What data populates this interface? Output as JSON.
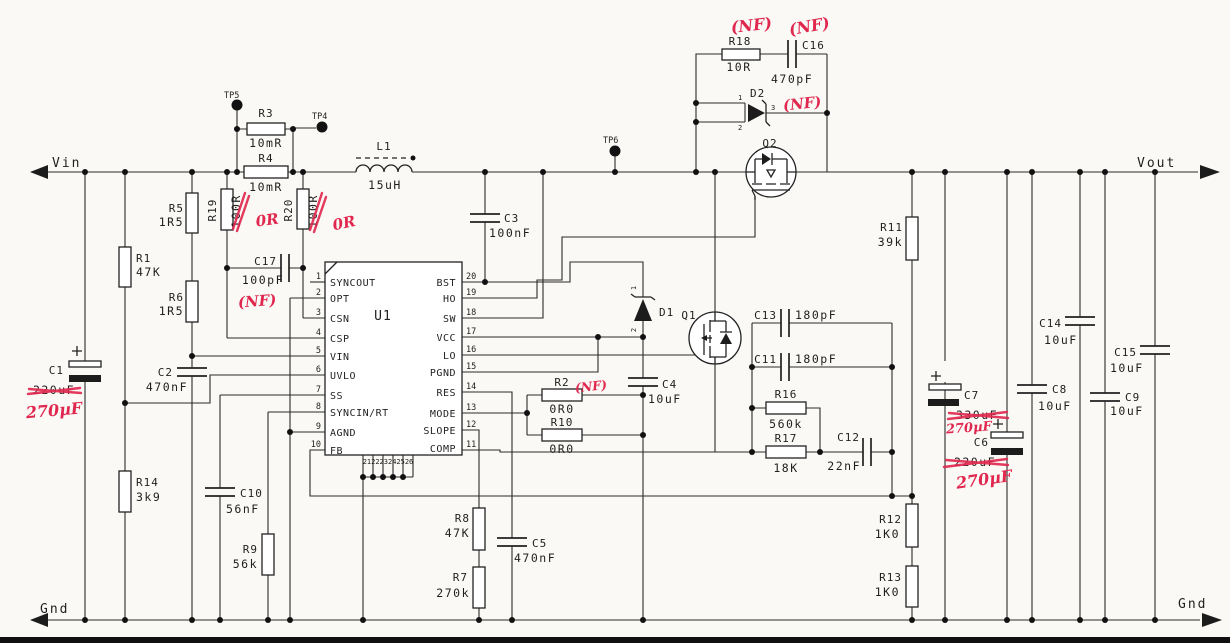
{
  "labels": {
    "vin": "Vin",
    "vout": "Vout",
    "gnd_left": "Gnd",
    "gnd_right": "Gnd"
  },
  "testpoints": {
    "tp4": "TP4",
    "tp5": "TP5",
    "tp6": "TP6"
  },
  "annotations": {
    "nf": "(NF)",
    "zero_ohm": "0R",
    "cap_270": "270µF"
  },
  "ic": {
    "ref": "U1",
    "bottom_pins": "212223242526",
    "left_pins": [
      {
        "num": "1",
        "name": "SYNCOUT"
      },
      {
        "num": "2",
        "name": "OPT"
      },
      {
        "num": "3",
        "name": "CSN"
      },
      {
        "num": "4",
        "name": "CSP"
      },
      {
        "num": "5",
        "name": "VIN"
      },
      {
        "num": "6",
        "name": "UVLO"
      },
      {
        "num": "7",
        "name": "SS"
      },
      {
        "num": "8",
        "name": "SYNCIN/RT"
      },
      {
        "num": "9",
        "name": "AGND"
      },
      {
        "num": "10",
        "name": "FB"
      }
    ],
    "right_pins": [
      {
        "num": "20",
        "name": "BST"
      },
      {
        "num": "19",
        "name": "HO"
      },
      {
        "num": "18",
        "name": "SW"
      },
      {
        "num": "17",
        "name": "VCC"
      },
      {
        "num": "16",
        "name": "LO"
      },
      {
        "num": "15",
        "name": "PGND"
      },
      {
        "num": "14",
        "name": "RES"
      },
      {
        "num": "13",
        "name": "MODE"
      },
      {
        "num": "12",
        "name": "SLOPE"
      },
      {
        "num": "11",
        "name": "COMP"
      }
    ]
  },
  "components": {
    "r1": {
      "ref": "R1",
      "value": "47K"
    },
    "r2": {
      "ref": "R2",
      "value": "0R0"
    },
    "r3": {
      "ref": "R3",
      "value": "10mR"
    },
    "r4": {
      "ref": "R4",
      "value": "10mR"
    },
    "r5": {
      "ref": "R5",
      "value": "1R5"
    },
    "r6": {
      "ref": "R6",
      "value": "1R5"
    },
    "r7": {
      "ref": "R7",
      "value": "270k"
    },
    "r8": {
      "ref": "R8",
      "value": "47K"
    },
    "r9": {
      "ref": "R9",
      "value": "56k"
    },
    "r10": {
      "ref": "R10",
      "value": "0R0"
    },
    "r11": {
      "ref": "R11",
      "value": "39k"
    },
    "r12": {
      "ref": "R12",
      "value": "1K0"
    },
    "r13": {
      "ref": "R13",
      "value": "1K0"
    },
    "r14": {
      "ref": "R14",
      "value": "3k9"
    },
    "r16": {
      "ref": "R16",
      "value": "560k"
    },
    "r17": {
      "ref": "R17",
      "value": "18K"
    },
    "r18": {
      "ref": "R18",
      "value": "10R"
    },
    "r19": {
      "ref": "R19",
      "value": "100R",
      "replacement": "0R"
    },
    "r20": {
      "ref": "R20",
      "value": "100R",
      "replacement": "0R"
    },
    "c1": {
      "ref": "C1",
      "value": "220uF",
      "replacement": "270µF"
    },
    "c2": {
      "ref": "C2",
      "value": "470nF"
    },
    "c3": {
      "ref": "C3",
      "value": "100nF"
    },
    "c4": {
      "ref": "C4",
      "value": "10uF"
    },
    "c5": {
      "ref": "C5",
      "value": "470nF"
    },
    "c6": {
      "ref": "C6",
      "value": "220uF",
      "replacement": "270µF"
    },
    "c7": {
      "ref": "C7",
      "value": "330uF",
      "replacement": "270µF"
    },
    "c8": {
      "ref": "C8",
      "value": "10uF"
    },
    "c9": {
      "ref": "C9",
      "value": "10uF"
    },
    "c10": {
      "ref": "C10",
      "value": "56nF"
    },
    "c11": {
      "ref": "C11",
      "value": "180pF"
    },
    "c12": {
      "ref": "C12",
      "value": "22nF"
    },
    "c13": {
      "ref": "C13",
      "value": "180pF"
    },
    "c14": {
      "ref": "C14",
      "value": "10uF"
    },
    "c15": {
      "ref": "C15",
      "value": "10uF"
    },
    "c16": {
      "ref": "C16",
      "value": "470pF"
    },
    "c17": {
      "ref": "C17",
      "value": "100pF"
    },
    "l1": {
      "ref": "L1",
      "value": "15uH"
    },
    "d1": {
      "ref": "D1",
      "pin1": "1",
      "pin2": "2"
    },
    "d2": {
      "ref": "D2",
      "pin1": "1",
      "pin2": "2",
      "pin3": "3"
    },
    "q1": {
      "ref": "Q1"
    },
    "q2": {
      "ref": "Q2"
    }
  }
}
